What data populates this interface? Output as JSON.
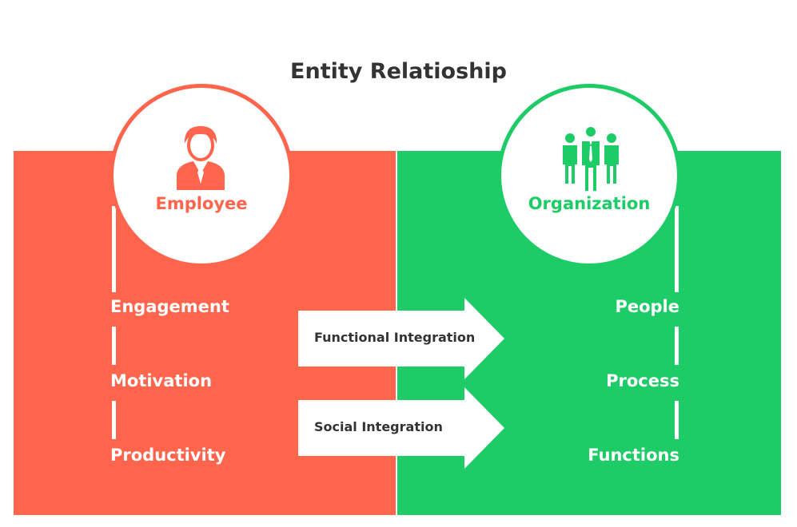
{
  "title": "Entity Relatioship",
  "left_entity": {
    "label": "Employee",
    "icon": "person-icon",
    "color": "#FF644D",
    "items": [
      "Engagement",
      "Motivation",
      "Productivity"
    ]
  },
  "right_entity": {
    "label": "Organization",
    "icon": "group-icon",
    "color": "#1DCB67",
    "items": [
      "People",
      "Process",
      "Functions"
    ]
  },
  "arrows": [
    "Functional Integration",
    "Social Integration"
  ]
}
